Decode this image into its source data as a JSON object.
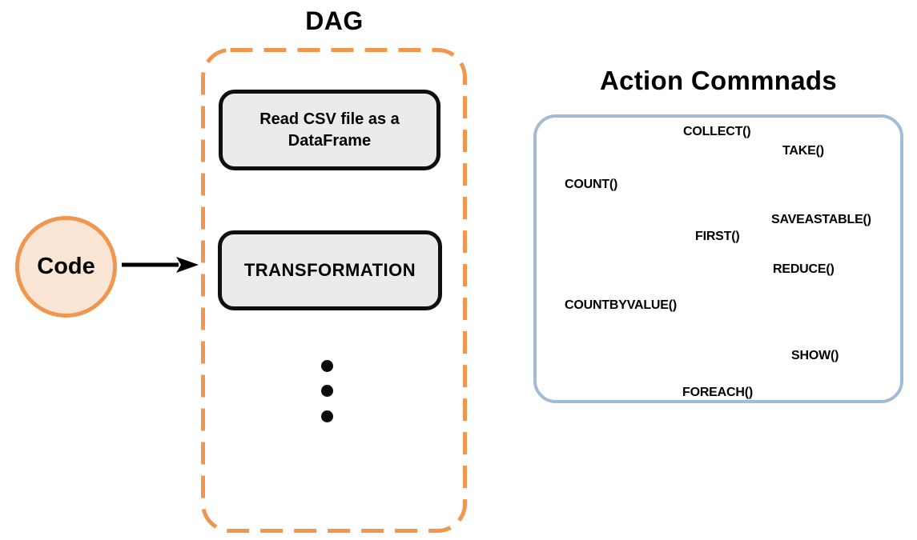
{
  "colors": {
    "orange": "#F0964F",
    "orange_fill": "#FBE5D5",
    "node_fill": "#EBEBEB",
    "node_border": "#0F0F0F",
    "panel_border": "#A3BCD4",
    "arrow": "#000000",
    "text": "#000000"
  },
  "dag": {
    "title": "DAG",
    "nodes": [
      "Read CSV file as a DataFrame",
      "TRANSFORMATION"
    ]
  },
  "code_node": {
    "label": "Code"
  },
  "action_panel": {
    "title": "Action Commnads",
    "commands": [
      "COLLECT()",
      "TAKE()",
      "COUNT()",
      "SAVEASTABLE()",
      "FIRST()",
      "REDUCE()",
      "COUNTBYVALUE()",
      "SHOW()",
      "FOREACH()"
    ]
  }
}
